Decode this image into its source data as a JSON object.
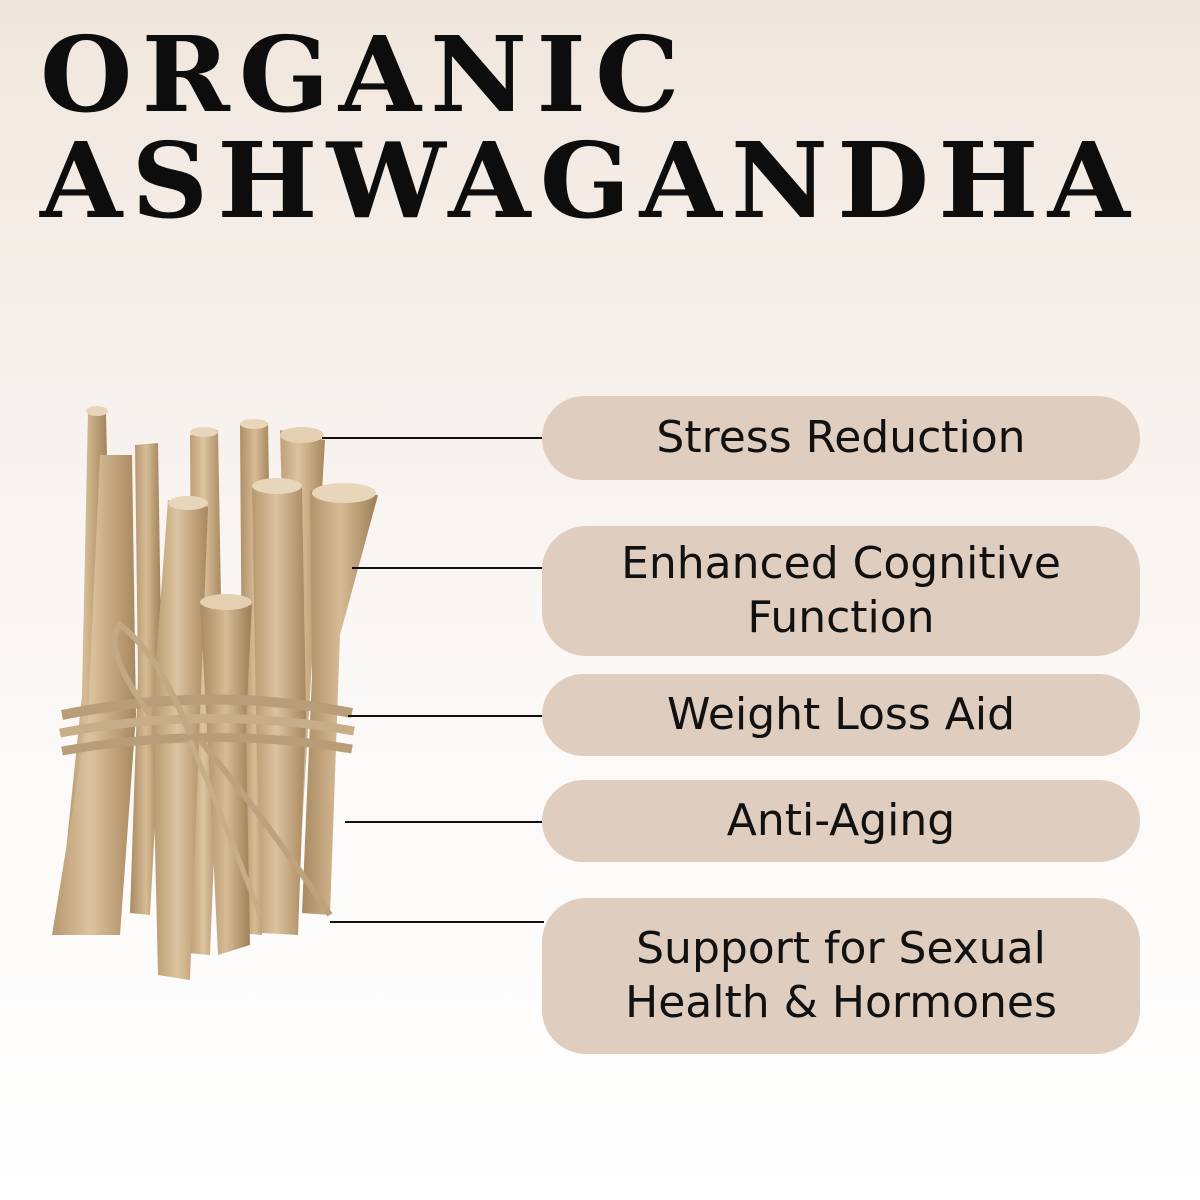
{
  "title": {
    "line1": "ORGANIC",
    "line2": "ASHWAGANDHA"
  },
  "benefits": [
    {
      "text": "Stress Reduction"
    },
    {
      "line1": "Enhanced Cognitive",
      "line2": "Function"
    },
    {
      "text": "Weight Loss Aid"
    },
    {
      "text": "Anti-Aging"
    },
    {
      "line1": "Support for Sexual",
      "line2": "Health & Hormones"
    }
  ],
  "colors": {
    "pill": "#dfcebf",
    "text": "#111111",
    "root": "#d2b893"
  },
  "image": "ashwagandha-root-bundle-image"
}
